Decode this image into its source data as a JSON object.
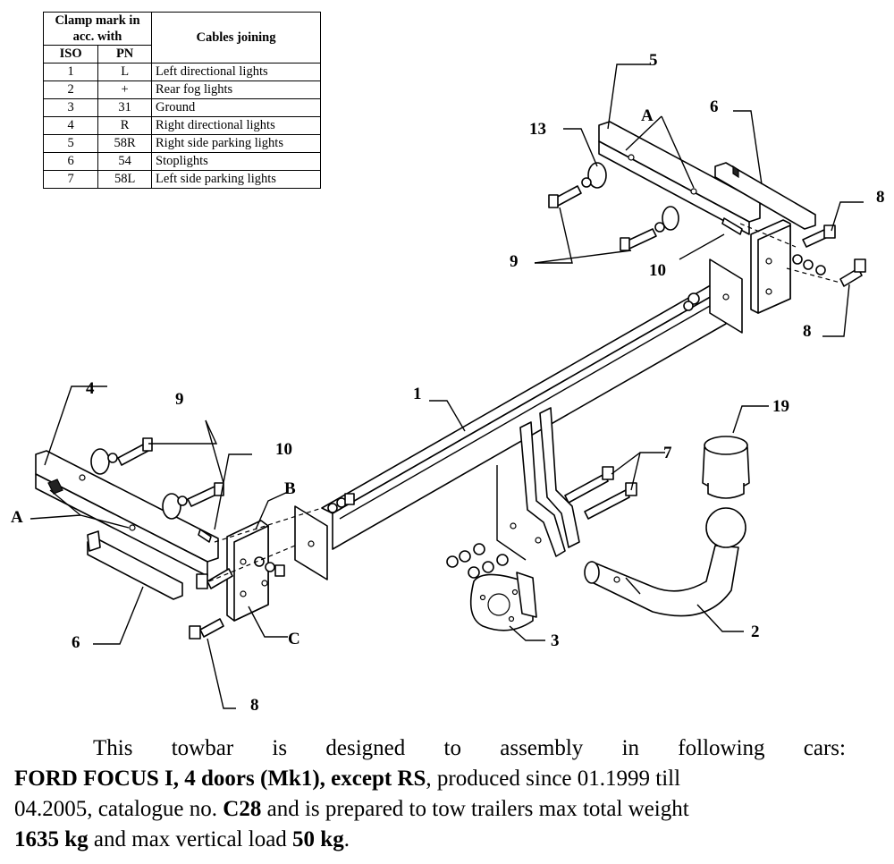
{
  "table": {
    "header_clamp": "Clamp mark in acc. with",
    "header_cables": "Cables joining",
    "header_iso": "ISO",
    "header_pn": "PN",
    "rows": [
      {
        "iso": "1",
        "pn": "L",
        "desc": "Left directional lights"
      },
      {
        "iso": "2",
        "pn": "+",
        "desc": "Rear fog lights"
      },
      {
        "iso": "3",
        "pn": "31",
        "desc": "Ground"
      },
      {
        "iso": "4",
        "pn": "R",
        "desc": "Right directional lights"
      },
      {
        "iso": "5",
        "pn": "58R",
        "desc": "Right side parking lights"
      },
      {
        "iso": "6",
        "pn": "54",
        "desc": "Stoplights"
      },
      {
        "iso": "7",
        "pn": "58L",
        "desc": "Left side parking lights"
      }
    ]
  },
  "labels": {
    "l1": "1",
    "l2": "2",
    "l3": "3",
    "l4": "4",
    "l5": "5",
    "l6a": "6",
    "l6b": "6",
    "l7": "7",
    "l8a": "8",
    "l8b": "8",
    "l8c": "8",
    "l9a": "9",
    "l9b": "9",
    "l10a": "10",
    "l10b": "10",
    "l13": "13",
    "l19": "19",
    "lAa": "A",
    "lAb": "A",
    "lB": "B",
    "lC": "C"
  },
  "description": {
    "line1": "This towbar is designed to assembly in following cars:",
    "model": "FORD FOCUS I, 4 doors (Mk1), except RS",
    "text2": ", produced since 01.1999 till",
    "text3": "04.2005, catalogue no. ",
    "catalogue": "C28",
    "text4": " and is prepared to tow trailers max total weight",
    "weight": "1635 kg",
    "text5": " and max vertical load ",
    "load": "50 kg",
    "text6": "."
  }
}
